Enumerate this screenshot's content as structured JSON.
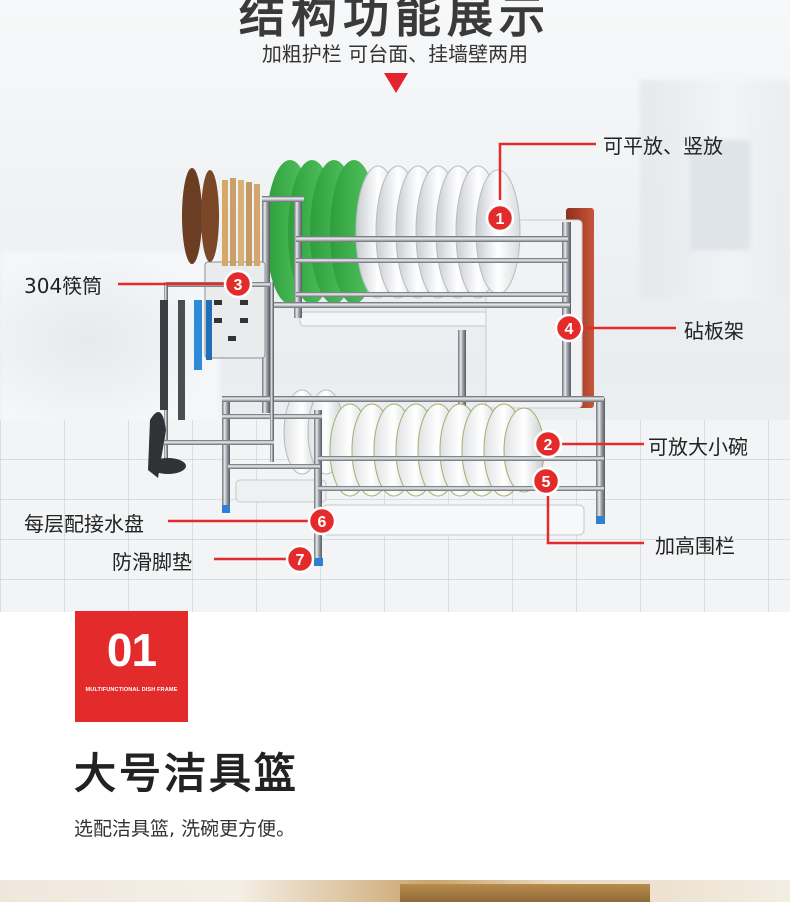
{
  "header": {
    "title": "结构功能展示",
    "subtitle": "加粗护栏 可台面、挂墙壁两用"
  },
  "callouts": [
    {
      "num": "1",
      "label": "可平放、竖放"
    },
    {
      "num": "2",
      "label": "可放大小碗"
    },
    {
      "num": "3",
      "label": "304筷筒"
    },
    {
      "num": "4",
      "label": "砧板架"
    },
    {
      "num": "5",
      "label": "加高围栏"
    },
    {
      "num": "6",
      "label": "每层配接水盘"
    },
    {
      "num": "7",
      "label": "防滑脚垫"
    }
  ],
  "section": {
    "badge_number": "01",
    "badge_caption": "MULTIFUNCTIONAL DISH FRAME",
    "title": "大号洁具篮",
    "description": "选配洁具篮, 洗碗更方便。"
  },
  "colors": {
    "accent_red": "#e42b2c",
    "plate_green": "#3cb14a",
    "cutting_board": "#b0432a",
    "foot_blue": "#2f7fd4"
  }
}
